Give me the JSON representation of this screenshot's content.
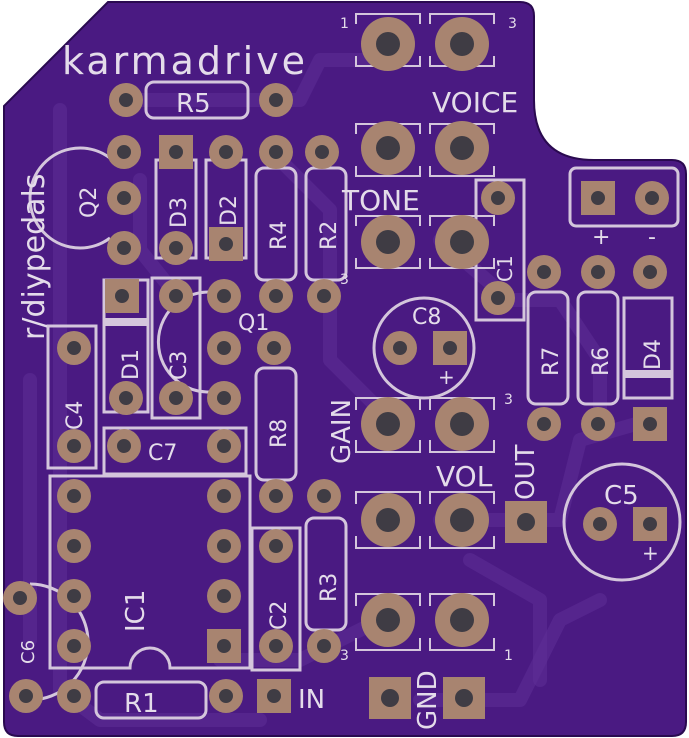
{
  "board": {
    "title": "karmadrive",
    "credit": "r/diypedals",
    "colors": {
      "soldermask": "#4a1a82",
      "silkscreen": "#d4c6dc",
      "copper": "#a88470",
      "drill": "#3f3c44"
    }
  },
  "components": {
    "R1": "R1",
    "R2": "R2",
    "R3": "R3",
    "R4": "R4",
    "R5": "R5",
    "R6": "R6",
    "R7": "R7",
    "R8": "R8",
    "C1": "C1",
    "C2": "C2",
    "C3": "C3",
    "C4": "C4",
    "C5": "C5",
    "C6": "C6",
    "C7": "C7",
    "C8": "C8",
    "D1": "D1",
    "D2": "D2",
    "D3": "D3",
    "D4": "D4",
    "Q1": "Q1",
    "Q2": "Q2",
    "IC1": "IC1"
  },
  "controls": {
    "voice": "VOICE",
    "tone": "TONE",
    "gain": "GAIN",
    "vol": "VOL"
  },
  "io": {
    "out": "OUT",
    "in": "IN",
    "gnd": "GND"
  },
  "pin_marks": {
    "one": "1",
    "three": "3"
  },
  "polarity": {
    "plus": "+",
    "minus": "-"
  }
}
